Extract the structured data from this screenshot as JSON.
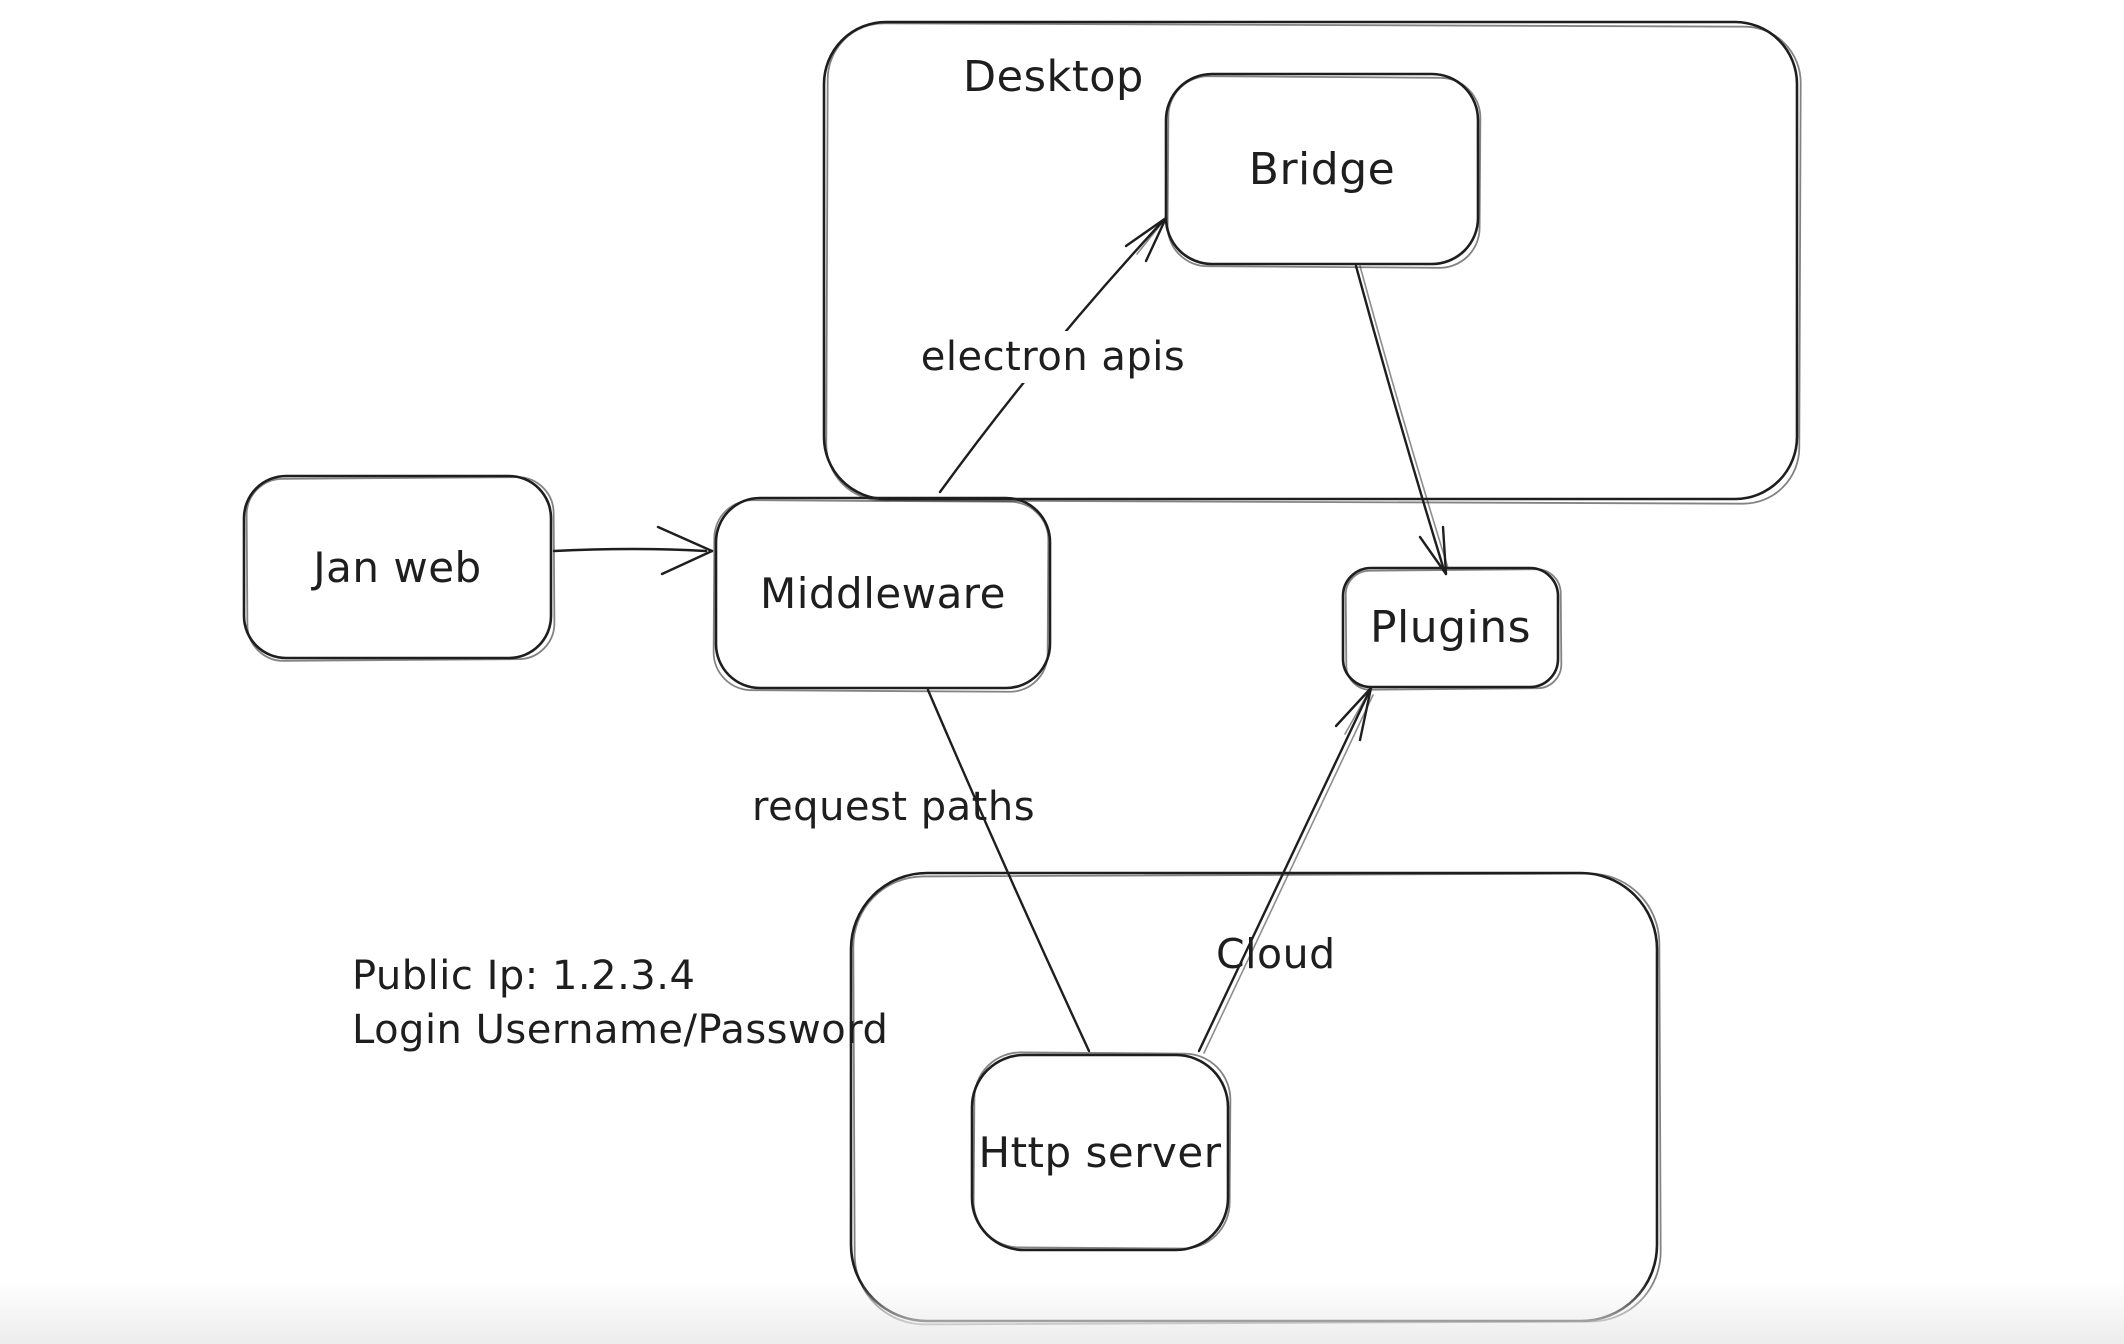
{
  "diagram": {
    "background": "#ffffff",
    "stroke_color": "#1e1e1e",
    "containers": {
      "desktop": {
        "label": "Desktop"
      },
      "cloud": {
        "label": "Cloud"
      }
    },
    "nodes": {
      "jan_web": {
        "label": "Jan web"
      },
      "middleware": {
        "label": "Middleware"
      },
      "bridge": {
        "label": "Bridge"
      },
      "plugins": {
        "label": "Plugins"
      },
      "http_server": {
        "label": "Http server"
      }
    },
    "edges": [
      {
        "from": "jan_web",
        "to": "middleware",
        "label": ""
      },
      {
        "from": "middleware",
        "to": "bridge",
        "label": "electron apis"
      },
      {
        "from": "bridge",
        "to": "plugins",
        "label": ""
      },
      {
        "from": "middleware",
        "to": "http_server",
        "label": "request paths"
      },
      {
        "from": "http_server",
        "to": "plugins",
        "label": ""
      }
    ],
    "annotations": [
      {
        "text": "Public Ip: 1.2.3.4"
      },
      {
        "text": "Login Username/Password"
      }
    ]
  }
}
